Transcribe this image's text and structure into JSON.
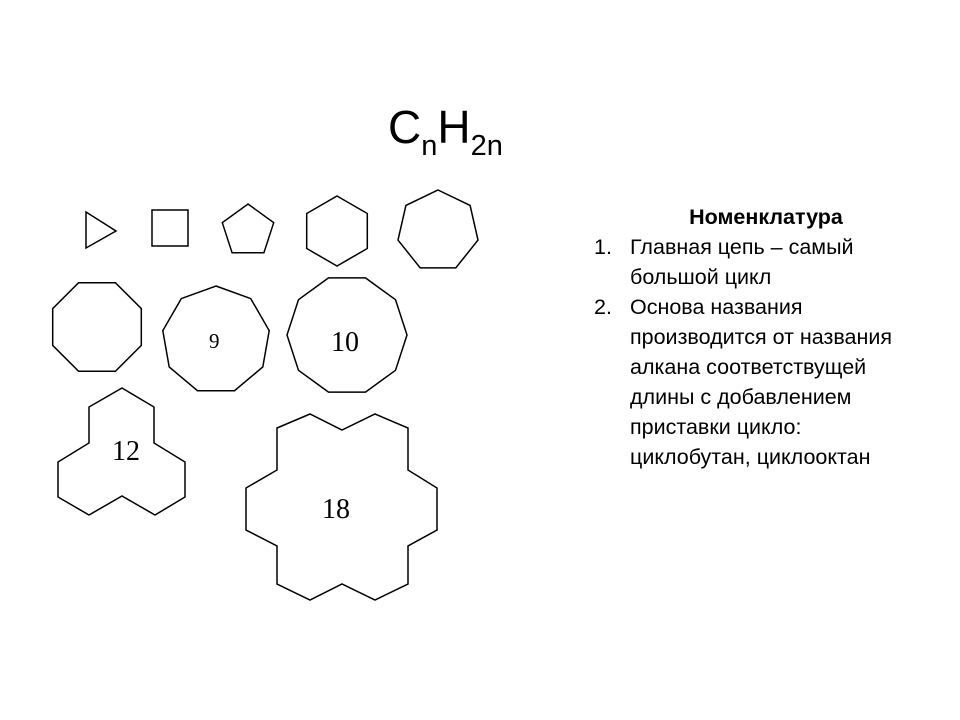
{
  "formula": {
    "c": "C",
    "n1": "n",
    "h": "H",
    "n2": "2n"
  },
  "rings": {
    "label_9": "9",
    "label_10": "10",
    "label_12": "12",
    "label_18": "18"
  },
  "nomenclature": {
    "title": "Номенклатура",
    "items": [
      {
        "num": "1.",
        "lines": [
          "Главная цепь – самый",
          "большой цикл"
        ]
      },
      {
        "num": "2.",
        "lines": [
          "Основа названия",
          "производится от названия",
          "алкана соответствущей",
          "длины с добавлением",
          "приставки цикло:",
          "циклобутан, циклооктан"
        ]
      }
    ]
  }
}
